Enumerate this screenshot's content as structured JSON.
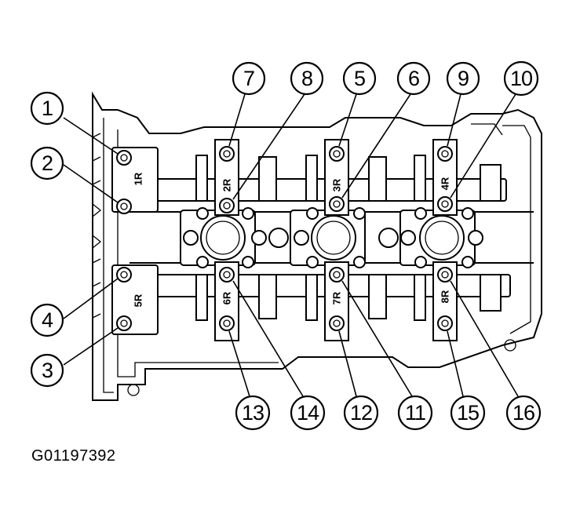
{
  "figure_code": "G01197392",
  "cap_labels": {
    "c1": "1R",
    "c2": "2R",
    "c3": "3R",
    "c4": "4R",
    "c5": "5R",
    "c6": "6R",
    "c7": "7R",
    "c8": "8R"
  },
  "callouts": {
    "n1": "1",
    "n2": "2",
    "n3": "3",
    "n4": "4",
    "n5": "5",
    "n6": "6",
    "n7": "7",
    "n8": "8",
    "n9": "9",
    "n10": "10",
    "n11": "11",
    "n12": "12",
    "n13": "13",
    "n14": "14",
    "n15": "15",
    "n16": "16"
  }
}
